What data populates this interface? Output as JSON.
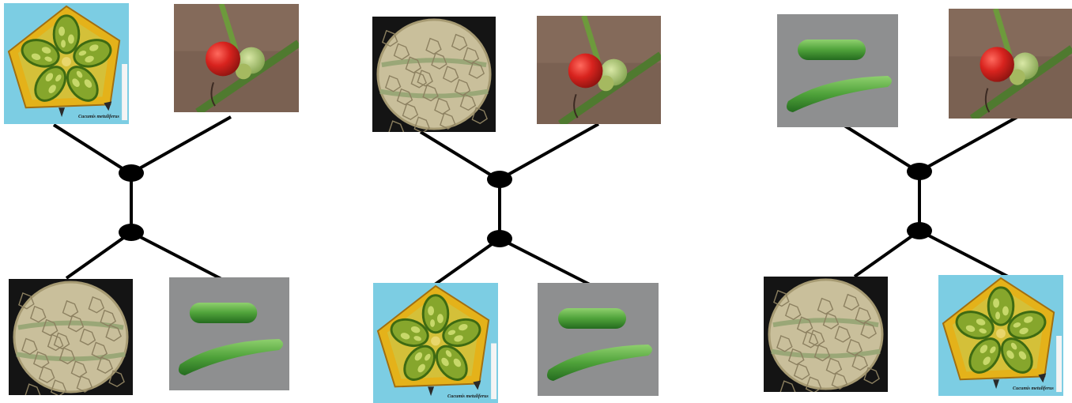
{
  "trees": [
    {
      "tips": [
        {
          "species": "kiwano",
          "caption": "Cucumis metuliferus"
        },
        {
          "species": "wild-tomato-relative"
        },
        {
          "species": "melon"
        },
        {
          "species": "cucumber"
        }
      ]
    },
    {
      "tips": [
        {
          "species": "melon"
        },
        {
          "species": "wild-tomato-relative"
        },
        {
          "species": "kiwano",
          "caption": "Cucumis metuliferus"
        },
        {
          "species": "cucumber"
        }
      ]
    },
    {
      "tips": [
        {
          "species": "cucumber"
        },
        {
          "species": "wild-tomato-relative"
        },
        {
          "species": "melon"
        },
        {
          "species": "kiwano",
          "caption": "Cucumis metuliferus"
        }
      ]
    }
  ],
  "colors": {
    "branch": "#000000",
    "kiwano_background": "#7ccde3",
    "kiwano_rind": "#e4b21a",
    "kiwano_flesh": "#86a62c",
    "tomato_red": "#d8231e",
    "tomato_background": "#7a6152",
    "melon_rind": "#c9bf9b",
    "cucumber_green": "#4fa23a",
    "cucumber_background": "#8e8f90"
  }
}
